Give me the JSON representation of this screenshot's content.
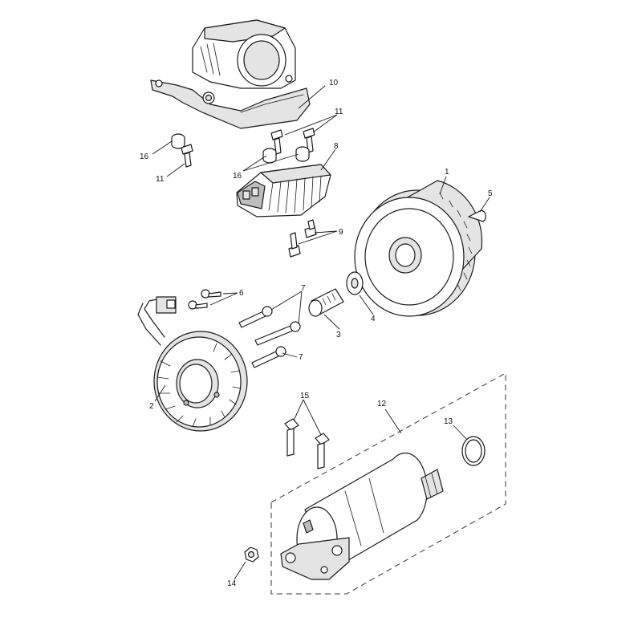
{
  "callouts": {
    "c1": "1",
    "c2": "2",
    "c3": "3",
    "c4": "4",
    "c5": "5",
    "c6": "6",
    "c7a": "7",
    "c7b": "7",
    "c8": "8",
    "c9": "9",
    "c10": "10",
    "c11a": "11",
    "c11b": "11",
    "c12": "12",
    "c13": "13",
    "c14": "14",
    "c15": "15",
    "c16a": "16",
    "c16b": "16"
  }
}
